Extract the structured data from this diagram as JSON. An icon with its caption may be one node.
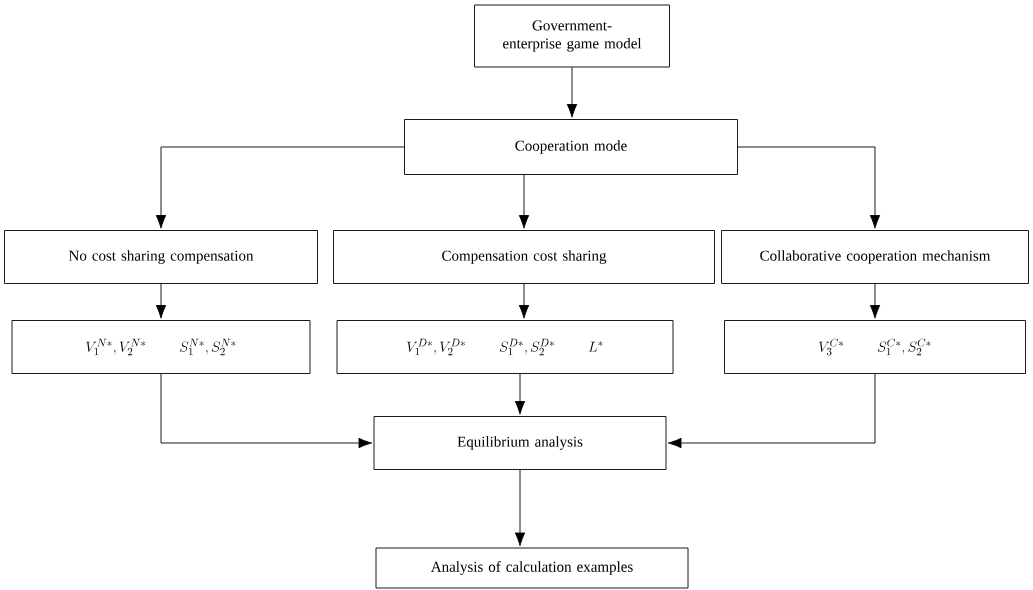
{
  "diagram": {
    "nodes": [
      {
        "text": [
          "Government-enterprise game model"
        ]
      },
      {
        "text": [
          "Cooperation mode"
        ]
      },
      {
        "text": [
          "No cost sharing  compensation"
        ]
      },
      {
        "text": [
          "Compensation cost sharing"
        ]
      },
      {
        "text": [
          "Collaborative cooperation mechanism"
        ]
      },
      {
        "text": [
          "V_1^{N*},V_2^{N*}",
          "S_1^{N*},S_2^{N*}"
        ]
      },
      {
        "text": [
          "V_1^{D*},V_2^{D*}",
          "S_1^{D*},S_2^{D*}",
          "L^*"
        ]
      },
      {
        "text": [
          "V_3^{C*}",
          "S_1^{C*},S_2^{C*}"
        ]
      },
      {
        "text": [
          "Equilibrium analysis"
        ]
      },
      {
        "text": [
          "Analysis of calculation examples"
        ]
      }
    ],
    "edges": [
      {
        "from": 0,
        "to": 1,
        "arrow": "to"
      },
      {
        "from": 1,
        "to": 2,
        "arrow": "to"
      },
      {
        "from": 1,
        "to": 3,
        "arrow": "to"
      },
      {
        "from": 1,
        "to": 4,
        "arrow": "to"
      },
      {
        "from": 2,
        "to": 5,
        "arrow": "to"
      },
      {
        "from": 3,
        "to": 6,
        "arrow": "to"
      },
      {
        "from": 4,
        "to": 7,
        "arrow": "to"
      },
      {
        "from": 5,
        "to": 8,
        "arrow": "to"
      },
      {
        "from": 6,
        "to": 8,
        "arrow": "to"
      },
      {
        "from": 7,
        "to": 8,
        "arrow": "to"
      },
      {
        "from": 8,
        "to": 9,
        "arrow": "to"
      }
    ]
  }
}
